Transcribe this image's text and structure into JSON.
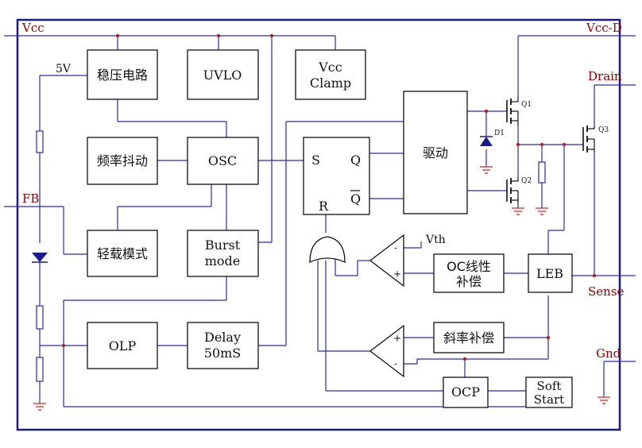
{
  "pins": {
    "vcc": "Vcc",
    "vcc_d": "Vcc-D",
    "drain": "Drain",
    "fb": "FB",
    "sense": "Sense",
    "gnd": "Gnd",
    "v5": "5V",
    "vth": "Vth"
  },
  "blocks": {
    "regulator": "稳压电路",
    "uvlo": "UVLO",
    "vcc_clamp_1": "Vcc",
    "vcc_clamp_2": "Clamp",
    "jitter": "频率抖动",
    "osc": "OSC",
    "light_load": "轻载模式",
    "burst_1": "Burst",
    "burst_2": "mode",
    "olp": "OLP",
    "delay_1": "Delay",
    "delay_2": "50mS",
    "driver": "驱动",
    "oc_comp_1": "OC线性",
    "oc_comp_2": "补偿",
    "slope_comp": "斜率补偿",
    "leb": "LEB",
    "ocp": "OCP",
    "soft_1": "Soft",
    "soft_2": "Start"
  },
  "latch": {
    "s": "S",
    "q": "Q",
    "qbar": "Q",
    "r": "R"
  },
  "devices": {
    "q1": "Q1",
    "q2": "Q2",
    "q3": "Q3",
    "d1": "D1"
  },
  "comparator": {
    "minus": "-",
    "plus": "+"
  },
  "colors": {
    "wire": "#2a2aa8",
    "pin_text": "#8b0000",
    "frame": "#1a1a8c",
    "ground": "#cc2222",
    "diode": "#1a1a8c"
  }
}
